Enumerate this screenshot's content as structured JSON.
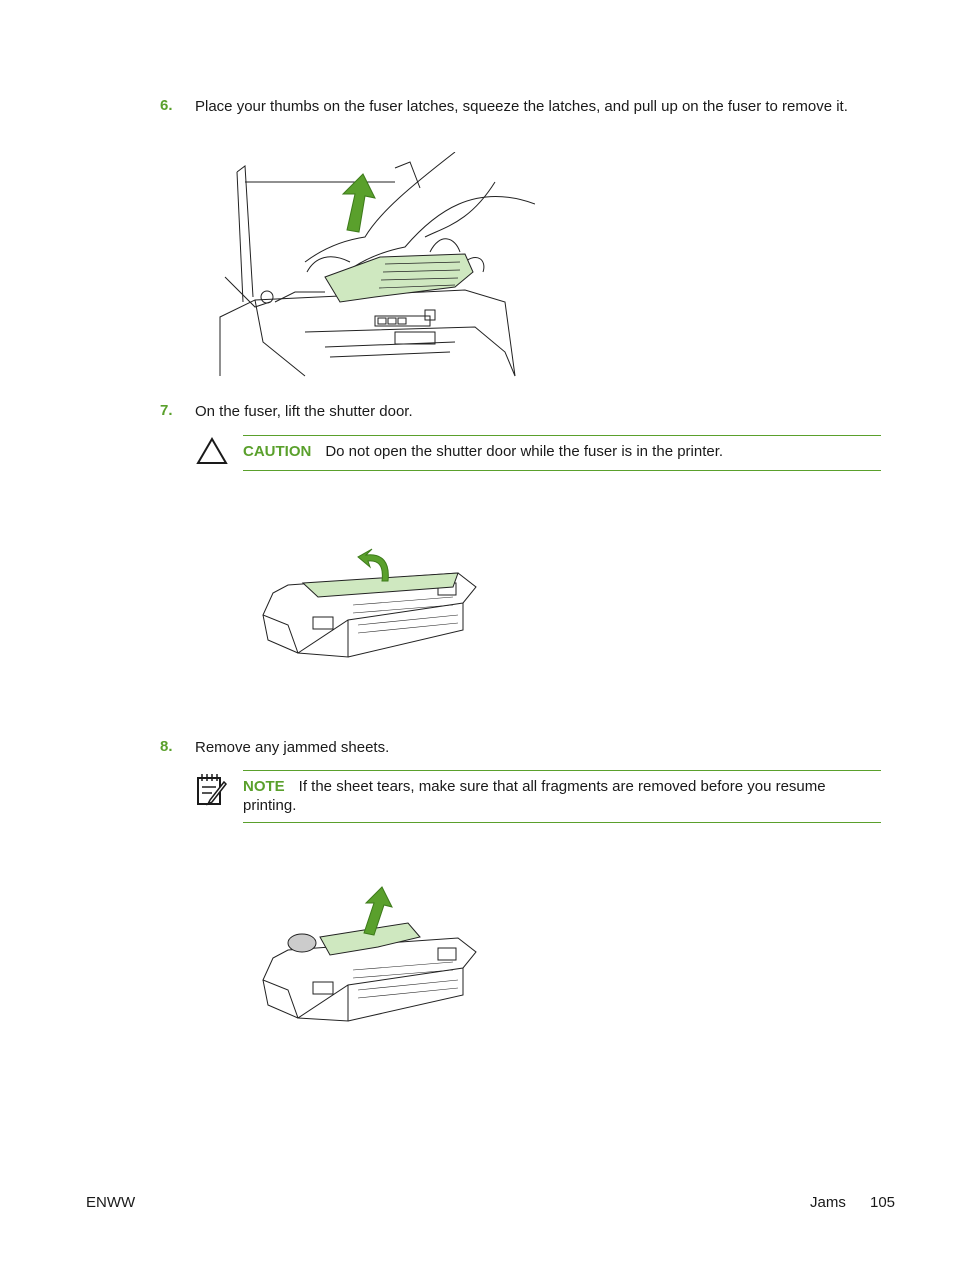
{
  "steps": [
    {
      "number": "6.",
      "text": "Place your thumbs on the fuser latches, squeeze the latches, and pull up on the fuser to remove it."
    },
    {
      "number": "7.",
      "text": "On the fuser, lift the shutter door."
    },
    {
      "number": "8.",
      "text": "Remove any jammed sheets."
    }
  ],
  "caution": {
    "label": "CAUTION",
    "text": "Do not open the shutter door while the fuser is in the printer.",
    "icon": "caution-triangle-icon"
  },
  "note": {
    "label": "NOTE",
    "text": "If the sheet tears, make sure that all fragments are removed before you resume printing.",
    "icon": "note-pad-icon"
  },
  "footer": {
    "left": "ENWW",
    "section": "Jams",
    "page": "105"
  },
  "colors": {
    "accent": "#5aa02c",
    "highlight": "#cfe8c0"
  }
}
